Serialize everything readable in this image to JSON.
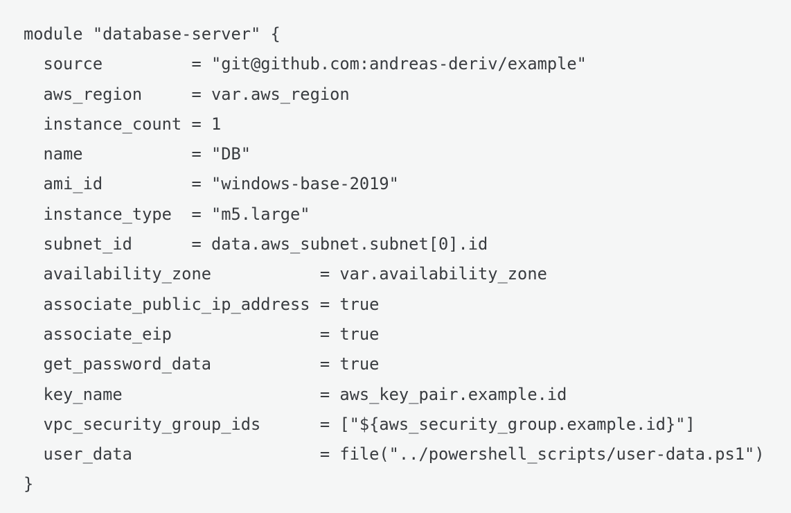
{
  "colors": {
    "background": "#f5f6f6",
    "text": "#393c40"
  },
  "module": {
    "block_type": "module",
    "name": "database-server",
    "attributes": [
      {
        "key": "source",
        "value": "\"git@github.com:andreas-deriv/example\""
      },
      {
        "key": "aws_region",
        "value": "var.aws_region"
      },
      {
        "key": "instance_count",
        "value": "1"
      },
      {
        "key": "name",
        "value": "\"DB\""
      },
      {
        "key": "ami_id",
        "value": "\"windows-base-2019\""
      },
      {
        "key": "instance_type",
        "value": "\"m5.large\""
      },
      {
        "key": "subnet_id",
        "value": "data.aws_subnet.subnet[0].id"
      },
      {
        "key": "availability_zone",
        "value": "var.availability_zone"
      },
      {
        "key": "associate_public_ip_address",
        "value": "true"
      },
      {
        "key": "associate_eip",
        "value": "true"
      },
      {
        "key": "get_password_data",
        "value": "true"
      },
      {
        "key": "key_name",
        "value": "aws_key_pair.example.id"
      },
      {
        "key": "vpc_security_group_ids",
        "value": "[\"${aws_security_group.example.id}\"]"
      },
      {
        "key": "user_data",
        "value": "file(\"../powershell_scripts/user-data.ps1\")"
      }
    ]
  },
  "code": {
    "lines": [
      "module \"database-server\" {",
      "  source         = \"git@github.com:andreas-deriv/example\"",
      "  aws_region     = var.aws_region",
      "  instance_count = 1",
      "  name           = \"DB\"",
      "  ami_id         = \"windows-base-2019\"",
      "  instance_type  = \"m5.large\"",
      "  subnet_id      = data.aws_subnet.subnet[0].id",
      "  availability_zone           = var.availability_zone",
      "  associate_public_ip_address = true",
      "  associate_eip               = true",
      "  get_password_data           = true",
      "  key_name                    = aws_key_pair.example.id",
      "  vpc_security_group_ids      = [\"${aws_security_group.example.id}\"]",
      "  user_data                   = file(\"../powershell_scripts/user-data.ps1\")",
      "}"
    ]
  }
}
